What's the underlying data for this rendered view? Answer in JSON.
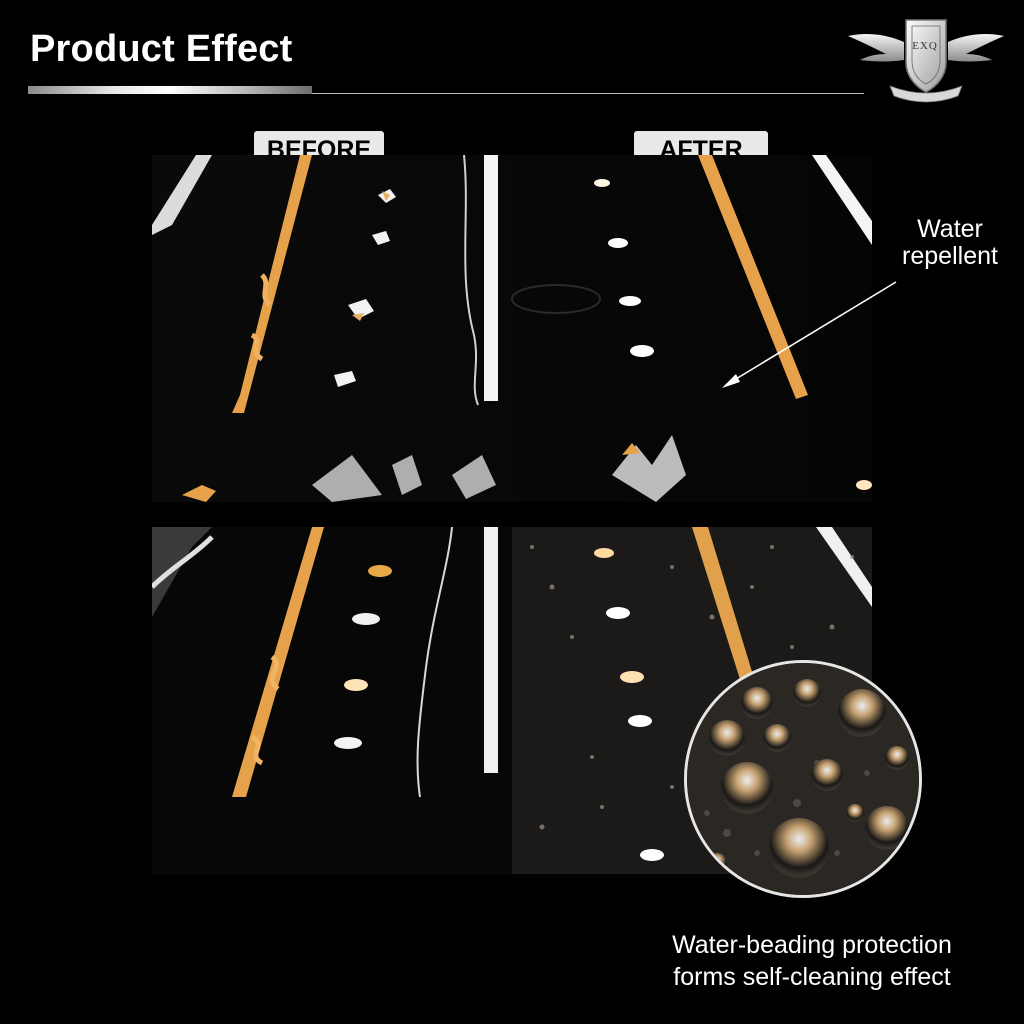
{
  "header": {
    "title": "Product Effect"
  },
  "logo": {
    "icon": "winged-shield-logo",
    "monogram": "EXQ"
  },
  "labels": {
    "before": "BEFORE",
    "after": "AFTER"
  },
  "annotations": {
    "water_repellent": "Water\nrepellent"
  },
  "caption": {
    "line1": "Water-beading protection",
    "line2": "forms self-cleaning effect"
  },
  "colors": {
    "background": "#000000",
    "pill": "#e9e9e9",
    "road_line_amber": "#e8a848",
    "road_line_white": "#f2f2f2"
  }
}
